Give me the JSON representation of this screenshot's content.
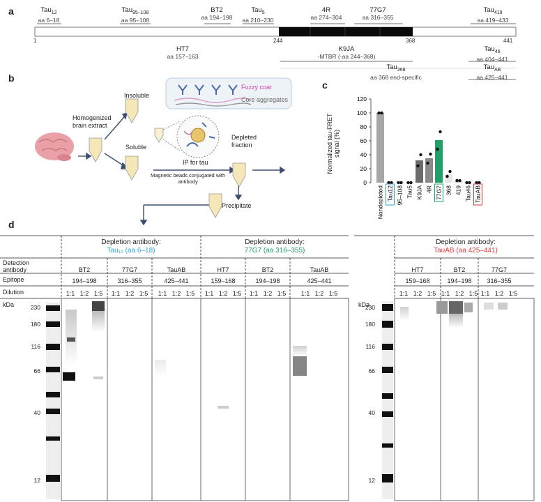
{
  "panels": {
    "a": "a",
    "b": "b",
    "c": "c",
    "d": "d"
  },
  "panel_a": {
    "bar_start": "1",
    "bar_244": "244",
    "bar_368": "368",
    "bar_end": "441",
    "top_labels": [
      {
        "name": "Tau",
        "sub": "12",
        "range": "aa 6–18"
      },
      {
        "name": "Tau",
        "sub": "95–108",
        "range": "aa 95–108"
      },
      {
        "name": "BT2",
        "sub": "",
        "range": "aa 194–198"
      },
      {
        "name": "Tau",
        "sub": "5",
        "range": "aa 210–230"
      },
      {
        "name": "4R",
        "sub": "",
        "range": "aa 274–304"
      },
      {
        "name": "77G7",
        "sub": "",
        "range": "aa 316–355"
      },
      {
        "name": "Tau",
        "sub": "419",
        "range": "aa 419–433"
      }
    ],
    "bottom_labels": [
      {
        "name": "HT7",
        "sub": "",
        "range": "aa 157–163"
      },
      {
        "name": "K9JA",
        "sub": "",
        "range": "-MTBR (-aa 244–368)"
      },
      {
        "name": "Tau",
        "sub": "46",
        "range": "aa 404–441"
      },
      {
        "name": "Tau",
        "sub": "368",
        "range": "aa 368 end-specific"
      },
      {
        "name": "Tau",
        "sub": "AB",
        "range": "aa 425–441"
      }
    ]
  },
  "panel_b": {
    "homogenized": "Homogenized\nbrain extract",
    "insoluble": "Insoluble",
    "soluble": "Soluble",
    "fuzzy": "Fuzzy coat",
    "core": "Core aggregates",
    "ip": "IP for tau",
    "beads": "Magnetic beads conjugated with\nantibody",
    "depleted": "Depleted\nfraction",
    "precipitate": "Precipitate",
    "fuzzy_color": "#d63fb0",
    "core_color": "#777777"
  },
  "chart_data": {
    "type": "bar",
    "ylabel": "Normalized tau-FRET\nsignal (%)",
    "ylim": [
      0,
      120
    ],
    "yticks": [
      0,
      20,
      40,
      60,
      80,
      100,
      120
    ],
    "categories": [
      "Nondepleted",
      "Tau12",
      "95–108",
      "Tau5",
      "K9JA",
      "4R",
      "77G7",
      "368",
      "419",
      "Tau46",
      "TauAB"
    ],
    "values": [
      100,
      0.5,
      0.5,
      0.5,
      32,
      35,
      61,
      12,
      2,
      0.5,
      0.5
    ],
    "points": [
      [
        100,
        100
      ],
      [
        0,
        0
      ],
      [
        0,
        0
      ],
      [
        0,
        0
      ],
      [
        24,
        40
      ],
      [
        28,
        41
      ],
      [
        48,
        73
      ],
      [
        9,
        16
      ],
      [
        3,
        3
      ],
      [
        0,
        0
      ],
      [
        0,
        0
      ]
    ],
    "bar_colors": [
      "#a6a6a6",
      "#cfcfcf",
      "#cfcfcf",
      "#cfcfcf",
      "#6b6b6b",
      "#8a8a8a",
      "#1fa067",
      "#e6e6e6",
      "#cfcfcf",
      "#cfcfcf",
      "#cfcfcf"
    ],
    "boxed": {
      "Tau12": "#2fa6d8",
      "77G7": "#1fa067",
      "TauAB": "#e03a3a"
    }
  },
  "panel_d": {
    "left_header1": "Depletion antibody:",
    "left_header1_sub": "Tau₁₂ (aa 6–18)",
    "left_header2": "Depletion antibody:",
    "left_header2_sub": "77G7 (aa 316–355)",
    "right_header": "Depletion antibody:",
    "right_header_sub": "TauAB (aa 425–441)",
    "row_detection": "Detection\nantibody",
    "row_epitope": "Epitope",
    "row_dilution": "Dilution",
    "kda": "kDa",
    "left_groups": [
      {
        "ab": "BT2",
        "epitope": "194–198"
      },
      {
        "ab": "77G7",
        "epitope": "316–355"
      },
      {
        "ab": "TauAB",
        "epitope": "425–441"
      },
      {
        "ab": "HT7",
        "epitope": "159–168"
      },
      {
        "ab": "BT2",
        "epitope": "194–198"
      },
      {
        "ab": "TauAB",
        "epitope": "425–441"
      }
    ],
    "right_groups": [
      {
        "ab": "HT7",
        "epitope": "159–168"
      },
      {
        "ab": "BT2",
        "epitope": "194–198"
      },
      {
        "ab": "77G7",
        "epitope": "316–355"
      }
    ],
    "dilutions": [
      "1:1",
      "1:2",
      "1:5"
    ],
    "mw_markers": [
      "230",
      "180",
      "116",
      "66",
      "40",
      "12"
    ],
    "cyan": "#2fa6d8",
    "green": "#1fa067",
    "red": "#e03a3a"
  }
}
